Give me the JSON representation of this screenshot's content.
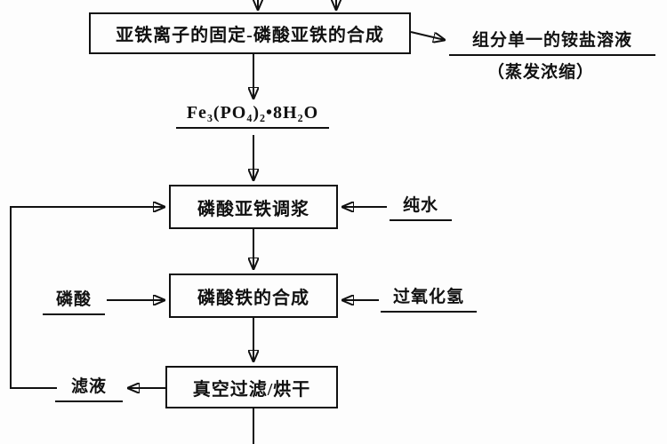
{
  "diagram": {
    "title_hint": "iron-phosphate-synthesis-flowchart",
    "top_box": "亚铁离子的固定-磷酸亚铁的合成",
    "ammonium_solution": "组分单一的铵盐溶液",
    "evaporation_note": "（蒸发浓缩）",
    "formula": "Fe₃(PO₄)₂•8H₂O",
    "slurry_box": "磷酸亚铁调浆",
    "pure_water": "纯水",
    "synthesis_box": "磷酸铁的合成",
    "phosphoric_acid": "磷酸",
    "hydrogen_peroxide": "过氧化氢",
    "filter_box": "真空过滤/烘干",
    "filtrate": "滤液",
    "line_color": "#111111",
    "background_color": "#fdfdfd"
  }
}
